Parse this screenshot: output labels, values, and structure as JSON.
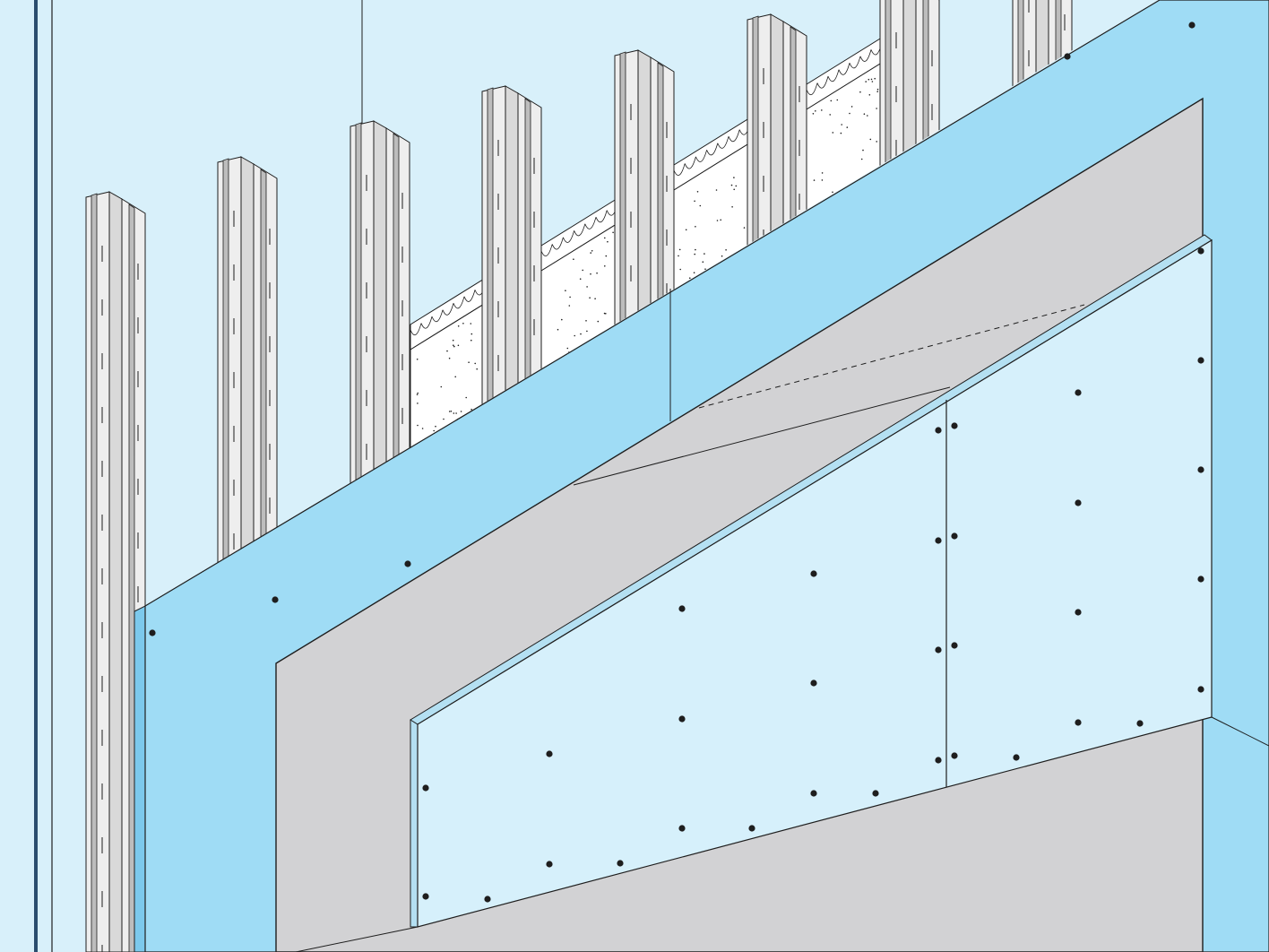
{
  "diagram": {
    "type": "wall-assembly-cutaway",
    "components": [
      "back-wall-board",
      "metal-c-studs",
      "mineral-wool-insulation",
      "first-layer-board-blue",
      "second-layer-board-grey",
      "face-board-light-blue",
      "screw-fixings"
    ],
    "stud_count": 8,
    "insulation_bay_count": 4,
    "labels": []
  },
  "colors": {
    "background": "#ffffff",
    "back_wall": "#d8f0fa",
    "stud_light": "#eeeeee",
    "stud_mid": "#d9d9d9",
    "stud_dark": "#bdbdbd",
    "insulation": "#ffffff",
    "board_blue": "#9fdcf5",
    "board_blue_edge": "#7cc9ec",
    "board_grey": "#d2d2d4",
    "board_grey_edge": "#b8b8ba",
    "board_face": "#d6f0fb",
    "board_face_edge": "#b4e0f2",
    "outline": "#1e1e1e",
    "screw": "#1e1e1e"
  }
}
